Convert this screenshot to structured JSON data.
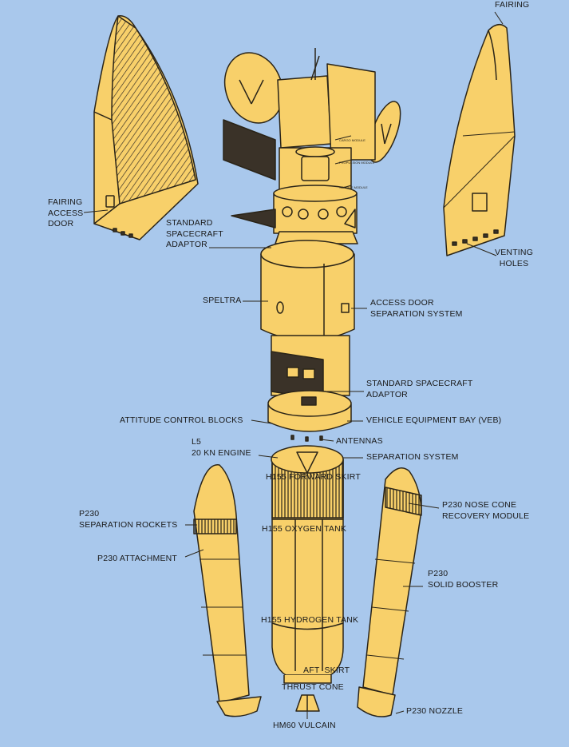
{
  "labels": {
    "fairing": "FAIRING",
    "fairing_access_door": [
      "FAIRING",
      "ACCESS",
      "DOOR"
    ],
    "standard_spacecraft_adaptor_top": [
      "STANDARD",
      "SPACECRAFT",
      "ADAPTOR"
    ],
    "venting_holes": [
      "VENTING",
      "HOLES"
    ],
    "speltra": "SPELTRA",
    "access_door_separation_system": [
      "ACCESS DOOR",
      "SEPARATION SYSTEM"
    ],
    "standard_spacecraft_adaptor_mid": [
      "STANDARD SPACECRAFT",
      "ADAPTOR"
    ],
    "attitude_control_blocks": "ATTITUDE CONTROL BLOCKS",
    "vehicle_equipment_bay": "VEHICLE EQUIPMENT BAY (VEB)",
    "antennas": "ANTENNAS",
    "l5_engine": [
      "L5",
      "20 KN ENGINE"
    ],
    "separation_system": "SEPARATION SYSTEM",
    "h155_forward_skirt": "H155 FORWARD SKIRT",
    "p230_separation_rockets": [
      "P230",
      "SEPARATION ROCKETS"
    ],
    "p230_nose_cone": [
      "P230 NOSE CONE",
      "RECOVERY MODULE"
    ],
    "h155_oxygen_tank": "H155 OXYGEN TANK",
    "p230_attachment": "P230 ATTACHMENT",
    "p230_solid_booster": [
      "P230",
      "SOLID BOOSTER"
    ],
    "h155_hydrogen_tank": "H155 HYDROGEN TANK",
    "aft_skirt": "AFT  SKIRT",
    "thrust_cone": "THRUST CONE",
    "p230_nozzle": "P230 NOZZLE",
    "hm60_vulcain": "HM60 VULCAIN",
    "satellite_module_labels": [
      "CARGO MODULE",
      "PROPULSION MODULE",
      "SERVICE MODULE"
    ]
  },
  "colors": {
    "background": "#a9c8ec",
    "body": "#f8d06a",
    "outline": "#2a2418",
    "dark": "#3a3228"
  }
}
